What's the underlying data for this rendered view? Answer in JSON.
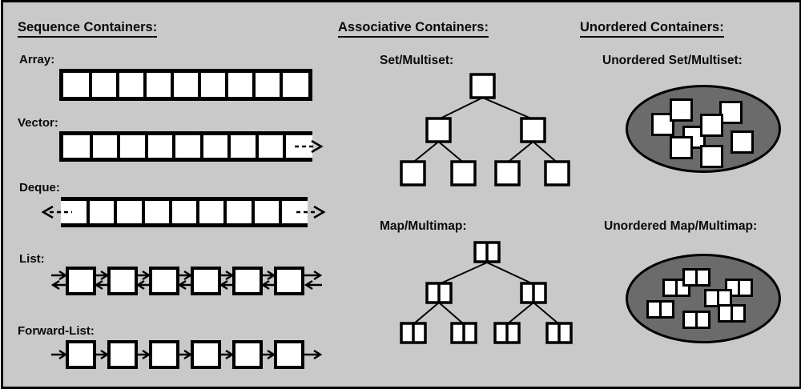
{
  "canvas": {
    "background_color": "#c9c9c9",
    "border_color": "#000000",
    "bucket_fill_color": "#6b6b6b",
    "element_fill_color": "#ffffff"
  },
  "sections": {
    "sequence": {
      "title": "Sequence Containers:",
      "items": [
        {
          "label": "Array:",
          "type": "array",
          "cells": 9,
          "open_end": "none"
        },
        {
          "label": "Vector:",
          "type": "vector",
          "cells": 9,
          "open_end": "right",
          "arrow": "dashed-right"
        },
        {
          "label": "Deque:",
          "type": "deque",
          "cells": 9,
          "open_end": "both",
          "arrows": "dashed-left-and-right"
        },
        {
          "label": "List:",
          "type": "doubly-linked-list",
          "nodes": 6,
          "links": "bidirectional-arrows"
        },
        {
          "label": "Forward-List:",
          "type": "singly-linked-list",
          "nodes": 6,
          "links": "forward-arrows"
        }
      ]
    },
    "associative": {
      "title": "Associative Containers:",
      "items": [
        {
          "label": "Set/Multiset:",
          "type": "binary-tree",
          "node_kind": "single-cell",
          "levels": 3,
          "nodes": 7
        },
        {
          "label": "Map/Multimap:",
          "type": "binary-tree",
          "node_kind": "key-value-pair",
          "levels": 3,
          "nodes": 7
        }
      ]
    },
    "unordered": {
      "title": "Unordered Containers:",
      "items": [
        {
          "label": "Unordered Set/Multiset:",
          "type": "hash-bucket-ellipse",
          "node_kind": "single-cell",
          "nodes": 8
        },
        {
          "label": "Unordered Map/Multimap:",
          "type": "hash-bucket-ellipse",
          "node_kind": "key-value-pair",
          "nodes": 7
        }
      ]
    }
  }
}
